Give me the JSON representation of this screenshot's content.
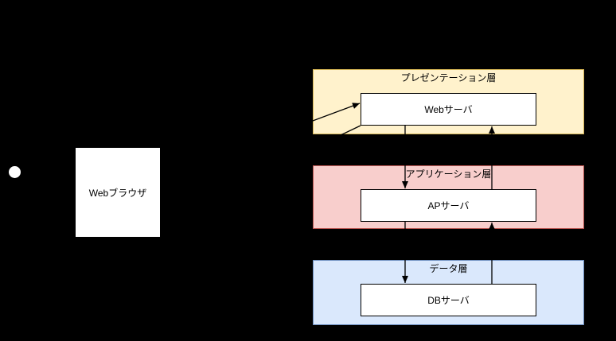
{
  "diagram": {
    "background_color": "#000000",
    "actor": {
      "icon": "circle-head",
      "fill": "#FFFFFF"
    },
    "client": {
      "label": "Webブラウザ",
      "fill": "#FFFFFF",
      "stroke": "#000000"
    },
    "layers": [
      {
        "id": "presentation",
        "title": "プレゼンテーション層",
        "fill": "#FFF2CC",
        "stroke": "#D6B656",
        "server_label": "Webサーバ"
      },
      {
        "id": "application",
        "title": "アプリケーション層",
        "fill": "#F8CECC",
        "stroke": "#B85450",
        "server_label": "APサーバ"
      },
      {
        "id": "data",
        "title": "データ層",
        "fill": "#DAE8FC",
        "stroke": "#6C8EBF",
        "server_label": "DBサーバ"
      }
    ],
    "connectors": {
      "color": "#000000",
      "arrows": [
        {
          "from": "Webブラウザ",
          "to": "Webサーバ"
        },
        {
          "from": "Webサーバ",
          "to": "Webブラウザ"
        },
        {
          "from": "Webサーバ",
          "to": "APサーバ"
        },
        {
          "from": "APサーバ",
          "to": "Webサーバ"
        },
        {
          "from": "APサーバ",
          "to": "DBサーバ"
        },
        {
          "from": "DBサーバ",
          "to": "APサーバ"
        }
      ]
    }
  }
}
